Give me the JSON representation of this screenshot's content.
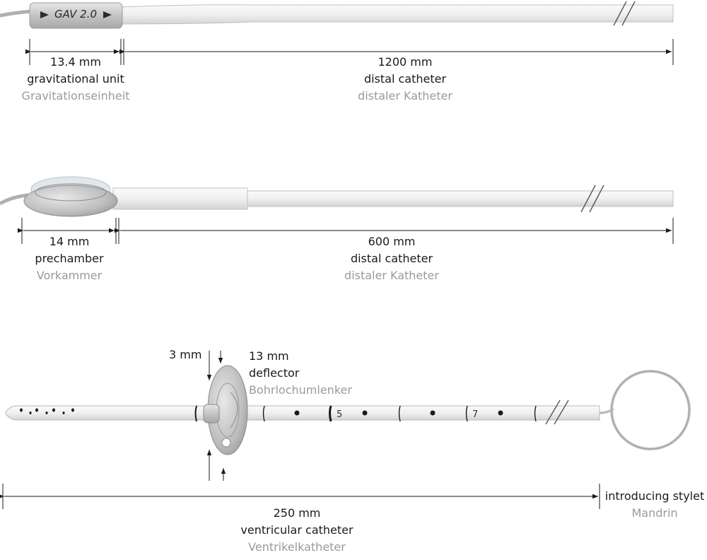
{
  "section1": {
    "device_label": "GAV 2.0",
    "left": {
      "dimension": "13.4 mm",
      "name_en": "gravitational unit",
      "name_de": "Gravitationseinheit"
    },
    "right": {
      "dimension": "1200 mm",
      "name_en": "distal catheter",
      "name_de": "distaler Katheter"
    }
  },
  "section2": {
    "left": {
      "dimension": "14 mm",
      "name_en": "prechamber",
      "name_de": "Vorkammer"
    },
    "right": {
      "dimension": "600 mm",
      "name_en": "distal catheter",
      "name_de": "distaler Katheter"
    }
  },
  "section3": {
    "deflector_thickness": "3 mm",
    "deflector": {
      "dimension": "13 mm",
      "name_en": "deflector",
      "name_de": "Bohrlochumlenker"
    },
    "scale_marks": [
      "5",
      "7"
    ],
    "catheter": {
      "dimension": "250 mm",
      "name_en": "ventricular catheter",
      "name_de": "Ventrikelkatheter"
    },
    "stylet": {
      "name_en": "introducing stylet",
      "name_de": "Mandrin"
    }
  },
  "colors": {
    "tube": "#eeeeee",
    "tube_edge": "#b8b8b8",
    "device": "#c8c8c8",
    "text": "#1a1a1a",
    "text_german": "#9a9a9a"
  }
}
